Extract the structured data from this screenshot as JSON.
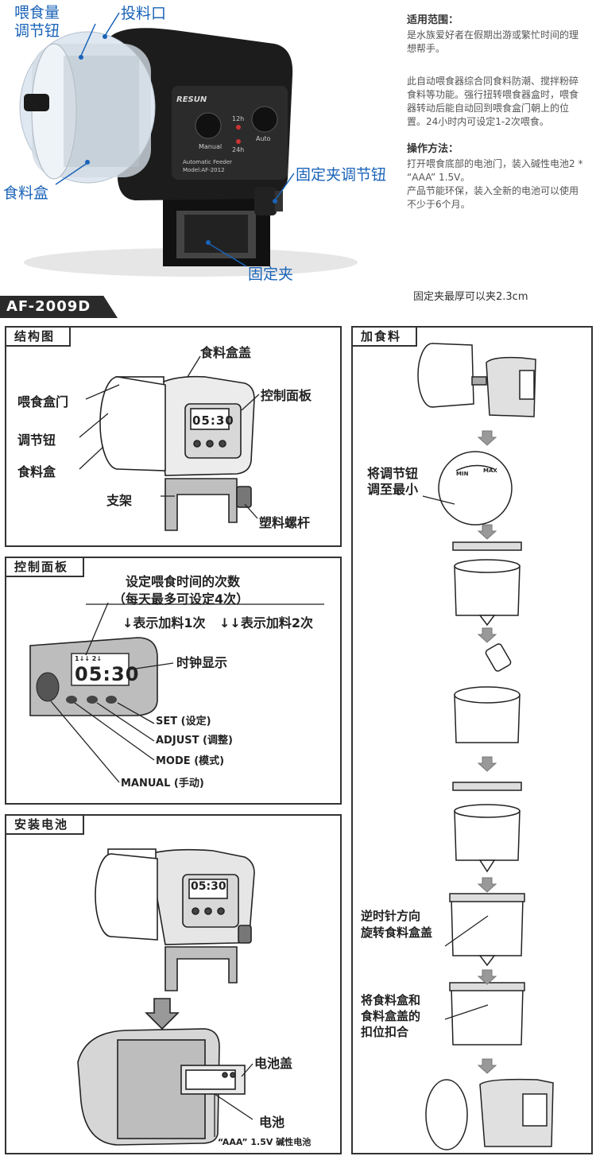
{
  "photo": {
    "labels": {
      "feed_knob": "喂食量\n调节钮",
      "feed_port": "投料口",
      "food_box": "食料盒",
      "clamp_knob": "固定夹调节钮",
      "clamp": "固定夹"
    },
    "device": {
      "brand": "RESUN",
      "manual": "Manual",
      "auto": "Auto",
      "h12": "12h",
      "h24": "24h",
      "name": "Automatic Feeder",
      "model": "Model:AF-2012"
    }
  },
  "description": {
    "usage_title": "适用范围：",
    "usage_text": "是水族爱好者在假期出游或繁忙时间的理想帮手。",
    "feature_text": "此自动喂食器综合同食料防潮、搅拌粉碎食料等功能。强行扭转喂食器盒时，喂食器转动后能自动回到喂食盒门朝上的位置。24小时内可设定1-2次喂食。",
    "op_title": "操作方法：",
    "op_text": "打开喂食底部的电池门，装入碱性电池2 * “AAA” 1.5V。",
    "eco_text": "产品节能环保，装入全新的电池可以使用不少于6个月。",
    "clamp_note": "固定夹最厚可以夹2.3cm"
  },
  "model_banner": "AF-2009D",
  "structure": {
    "title": "结构图",
    "lid": "食料盒盖",
    "door": "喂食盒门",
    "knob": "调节钮",
    "box": "食料盒",
    "control": "控制面板",
    "stand": "支架",
    "screw": "塑料螺杆",
    "display": "05:30"
  },
  "control": {
    "title": "控制面板",
    "count_line1": "设定喂食时间的次数",
    "count_line2": "（每天最多可设定4次）",
    "once": "↓表示加料1次",
    "twice": "↓↓表示加料2次",
    "clock": "时钟显示",
    "display": "05:30",
    "indicators": "1↓↓ 2↓",
    "set": "SET",
    "set_cn": "(设定)",
    "adjust": "ADJUST",
    "adjust_cn": "(调整)",
    "mode": "MODE",
    "mode_cn": "(模式)",
    "manual": "MANUAL",
    "manual_cn": "(手动)"
  },
  "battery": {
    "title": "安装电池",
    "cover": "电池盖",
    "battery": "电池",
    "spec": "“AAA” 1.5V 碱性电池",
    "display": "05:30"
  },
  "refill": {
    "title": "加食料",
    "step1": "将调节钮\n调至最小",
    "dial_min": "MIN",
    "dial_max": "MAX",
    "step2": "逆时针方向\n旋转食料盒盖",
    "step3": "将食料盒和\n食料盒盖的\n扣位扣合"
  },
  "colors": {
    "accent": "#1a63b8",
    "device_body": "#1c1c1c",
    "line": "#333333"
  }
}
